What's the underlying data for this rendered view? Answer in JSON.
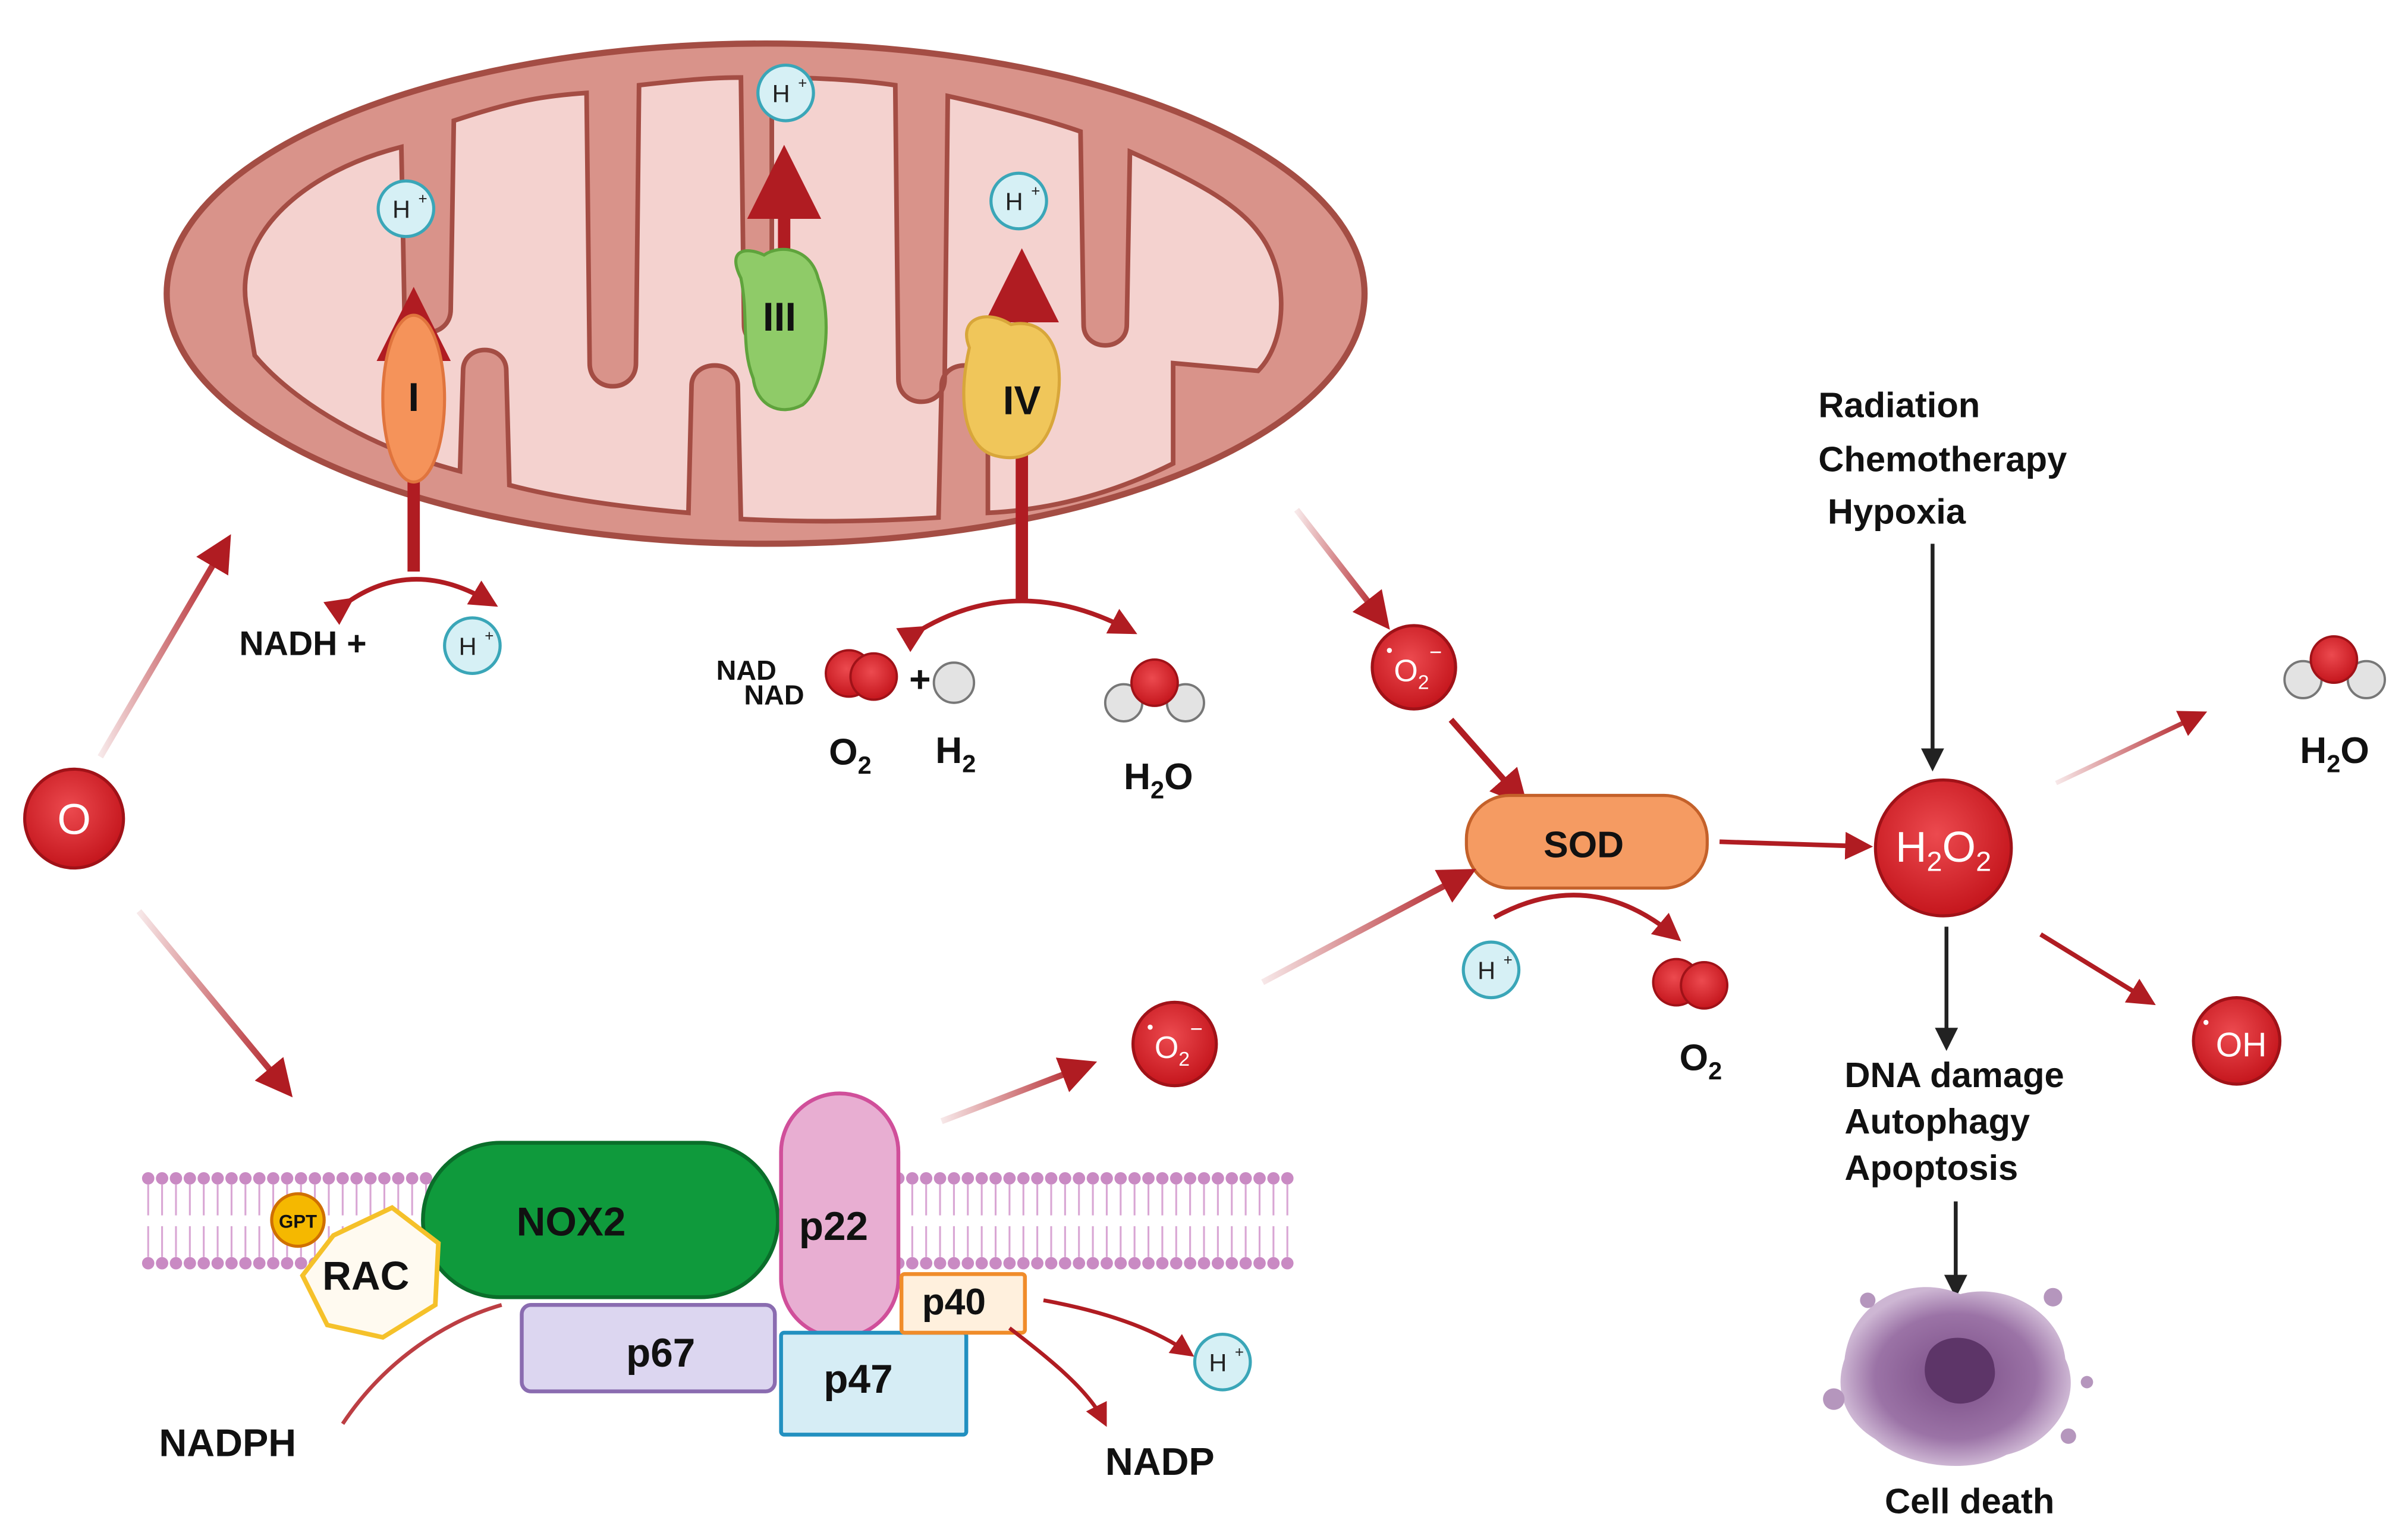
{
  "mitochondrion": {
    "complexes": {
      "c1": "I",
      "c3": "III",
      "c4": "IV"
    },
    "proton": "H",
    "proton_charge": "+",
    "nadh": "NADH +",
    "nad": "NAD",
    "nad2": "NAD",
    "plus": "+",
    "o2": "O",
    "h2": "H",
    "h2o_a": "H",
    "h2o_b": "O",
    "sub2": "2"
  },
  "source": {
    "label": "O"
  },
  "superoxide": {
    "main": "O",
    "sub": "2",
    "sup": "−",
    "dot": "•"
  },
  "sod": {
    "label": "SOD",
    "o2_product": "O",
    "o2_sub": "2"
  },
  "h2o2": {
    "a": "H",
    "sub1": "2",
    "b": "O",
    "sub2": "2"
  },
  "hydroxyl": {
    "label": "OH",
    "dot": "•"
  },
  "water_product": {
    "a": "H",
    "sub": "2",
    "b": "O"
  },
  "stressors": [
    "Radiation",
    "Chemotherapy",
    "Hypoxia"
  ],
  "effects": [
    "DNA damage",
    "Autophagy",
    "Apoptosis"
  ],
  "cell_death": "Cell death",
  "nox": {
    "nox2": "NOX2",
    "p22": "p22",
    "p67": "p67",
    "p47": "p47",
    "p40": "p40",
    "rac": "RAC",
    "gpt": "GPT",
    "nadph": "NADPH",
    "nadp": "NADP"
  },
  "colors": {
    "arrow": "#b01c22",
    "mito_outer": "#d9938a",
    "mito_inner": "#f4d2cf",
    "complex1": "#f5935a",
    "complex3": "#8fcb68",
    "complex4": "#f0c65a",
    "red_ball": "#d9272e",
    "proton": "#d6f0f5",
    "nox2": "#0f9a3c",
    "p22": "#e8aed2",
    "p67": "#dcd6f0",
    "p47": "#d6edf5",
    "p40": "#fff0dd",
    "sod": "#f59b62"
  }
}
